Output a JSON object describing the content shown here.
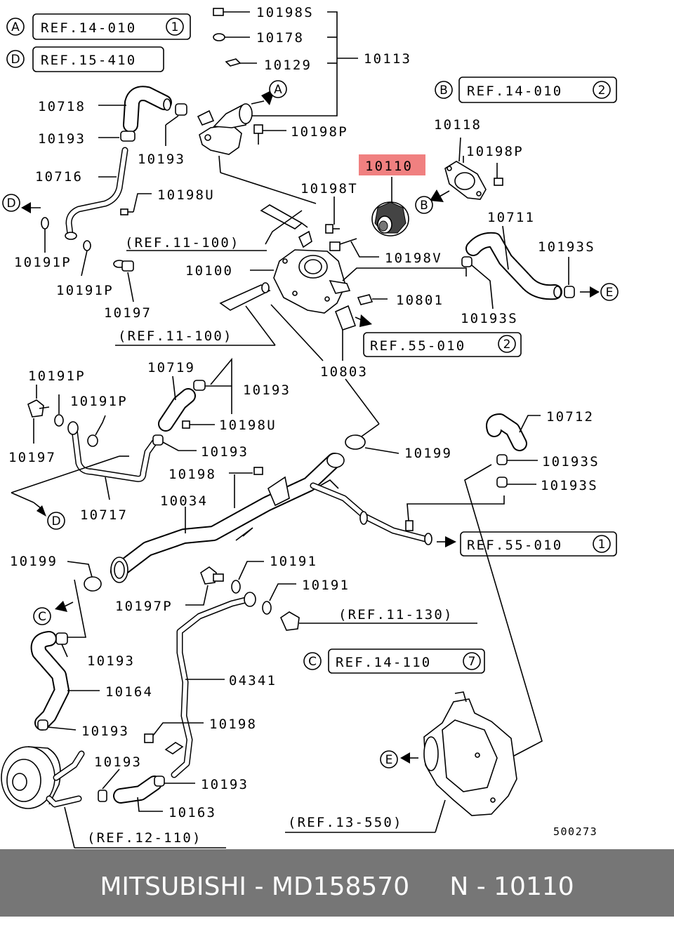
{
  "part_labels": {
    "p10198S": "10198S",
    "p10178": "10178",
    "p10129": "10129",
    "p10113": "10113",
    "p10718": "10718",
    "p10193_a": "10193",
    "p10193_b": "10193",
    "p10198P_a": "10198P",
    "p10716": "10716",
    "p10198U_a": "10198U",
    "p10118": "10118",
    "p10198P_b": "10198P",
    "p10110": "10110",
    "p10198T": "10198T",
    "p10191P_a": "10191P",
    "p10191P_b": "10191P",
    "p10197_a": "10197",
    "p10100": "10100",
    "p10198V": "10198V",
    "p10711": "10711",
    "p10193S_a": "10193S",
    "p10801": "10801",
    "p10193S_b": "10193S",
    "p10803": "10803",
    "p10191P_c": "10191P",
    "p10719": "10719",
    "p10193_c": "10193",
    "p10191P_d": "10191P",
    "p10198U_b": "10198U",
    "p10197_b": "10197",
    "p10193_d": "10193",
    "p10712": "10712",
    "p10199_a": "10199",
    "p10193S_c": "10193S",
    "p10198_a": "10198",
    "p10193S_d": "10193S",
    "p10717": "10717",
    "p10034": "10034",
    "p10199_b": "10199",
    "p10191_a": "10191",
    "p10191_b": "10191",
    "p10197P": "10197P",
    "p10193_e": "10193",
    "p10164": "10164",
    "p04341": "04341",
    "p10193_f": "10193",
    "p10198_b": "10198",
    "p10193_g": "10193",
    "p10193_h": "10193",
    "p10163": "10163",
    "code": "500273"
  },
  "refs": {
    "ref_14_010_1": "REF.14-010",
    "ref_15_410": "REF.15-410",
    "ref_14_010_2": "REF.14-010",
    "ref_11_100_a": "(REF.11-100)",
    "ref_11_100_b": "(REF.11-100)",
    "ref_55_010_2": "REF.55-010",
    "ref_55_010_1": "REF.55-010",
    "ref_11_130": "(REF.11-130)",
    "ref_14_110_7": "REF.14-110",
    "ref_13_550": "(REF.13-550)",
    "ref_12_110": "(REF.12-110)"
  },
  "ref_numbers": {
    "n1": "1",
    "n2": "2",
    "n2b": "2",
    "n1b": "1",
    "n7": "7"
  },
  "connectors": {
    "A1": "A",
    "A2": "A",
    "B1": "B",
    "B2": "B",
    "C1": "C",
    "C2": "C",
    "D1": "D",
    "D2": "D",
    "D3": "D",
    "E1": "E",
    "E2": "E"
  },
  "highlight_color": "#f08080",
  "footer": {
    "text": "MITSUBISHI - MD158570     N - 10110",
    "background": "#767676"
  }
}
